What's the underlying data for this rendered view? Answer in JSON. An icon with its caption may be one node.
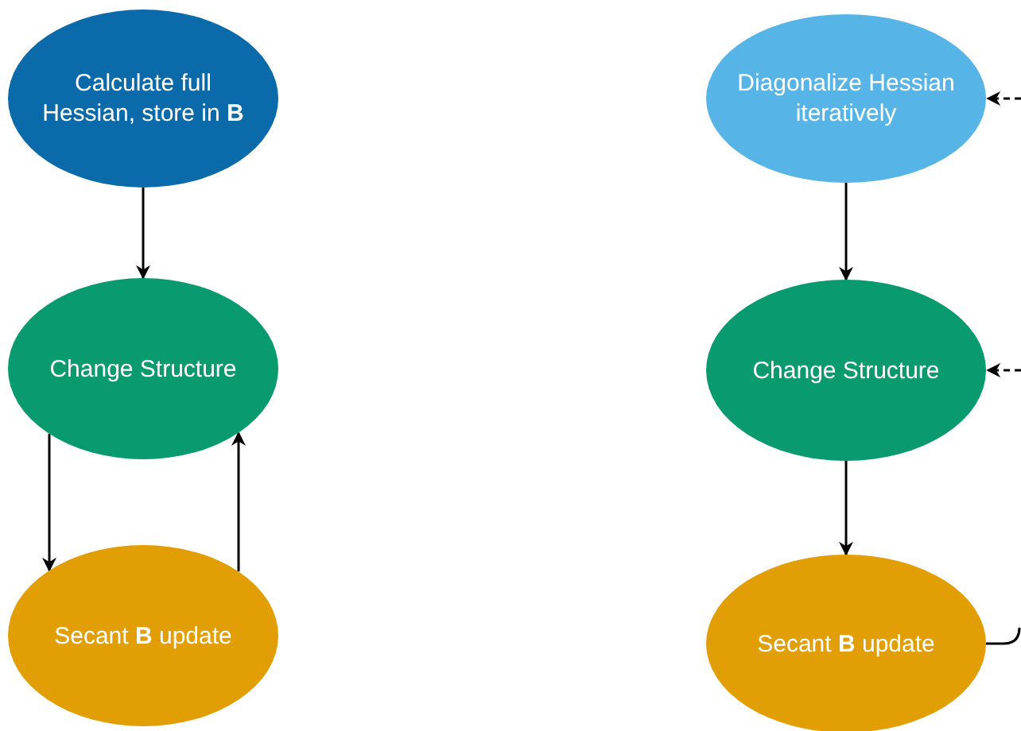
{
  "diagram": {
    "nodes": [
      {
        "text": [
          "Calculate full Hessian, store in **B**"
        ]
      },
      {
        "text": [
          "Change Structure"
        ]
      },
      {
        "text": [
          "Secant **B** update"
        ]
      },
      {
        "text": [
          "Diagonalize Hessian iteratively"
        ]
      },
      {
        "text": [
          "Change Structure"
        ]
      },
      {
        "text": [
          "Secant **B** update"
        ]
      }
    ],
    "edges": [
      {
        "from": 0,
        "to": 1,
        "arrow": "to"
      },
      {
        "from": 1,
        "to": 2,
        "arrow": "to"
      },
      {
        "from": 2,
        "to": 1,
        "arrow": "to"
      },
      {
        "from": 3,
        "to": 4,
        "arrow": "to"
      },
      {
        "from": 4,
        "to": 5,
        "arrow": "to"
      },
      {
        "from": null,
        "to": 3,
        "arrow": "to",
        "style": "dashed"
      },
      {
        "from": null,
        "to": 4,
        "arrow": "to",
        "style": "dashed"
      },
      {
        "from": 5,
        "to": null,
        "arrow": "none"
      }
    ]
  }
}
